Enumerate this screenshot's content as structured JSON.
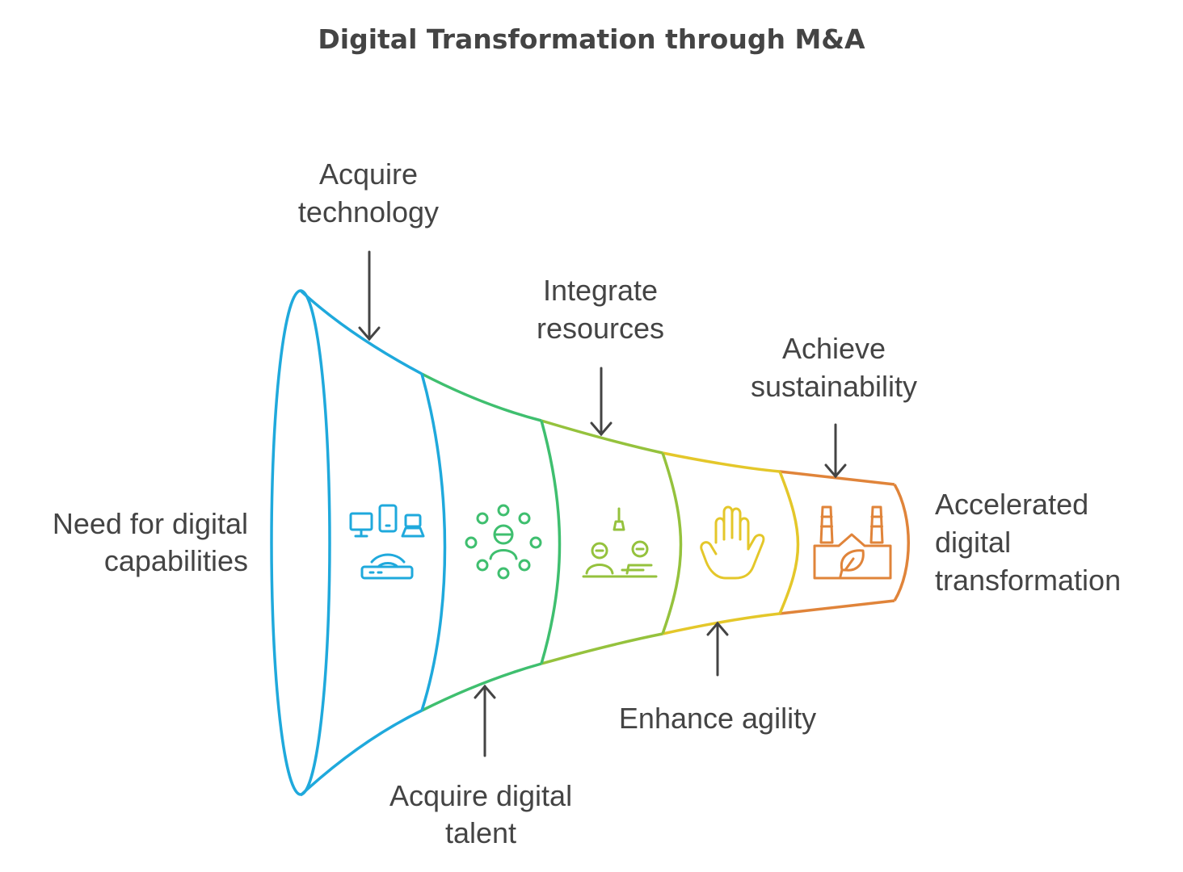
{
  "title": "Digital Transformation through M&A",
  "colors": {
    "blue": "#1fa9dc",
    "green": "#3fbf6f",
    "lime": "#95c23d",
    "yellow": "#e4c72a",
    "orange": "#e0843a",
    "text": "#444444"
  },
  "input_label": [
    "Need for digital",
    "capabilities"
  ],
  "output_label": [
    "Accelerated",
    "digital",
    "transformation"
  ],
  "steps": [
    {
      "label": [
        "Acquire",
        "technology"
      ],
      "icon": "devices-router-icon",
      "arrow": "down"
    },
    {
      "label": [
        "Acquire digital",
        "talent"
      ],
      "icon": "talent-network-icon",
      "arrow": "up"
    },
    {
      "label": [
        "Integrate",
        "resources"
      ],
      "icon": "team-collaboration-icon",
      "arrow": "down"
    },
    {
      "label": [
        "Enhance agility"
      ],
      "icon": "hand-icon",
      "arrow": "up"
    },
    {
      "label": [
        "Achieve",
        "sustainability"
      ],
      "icon": "eco-factory-icon",
      "arrow": "down"
    }
  ]
}
